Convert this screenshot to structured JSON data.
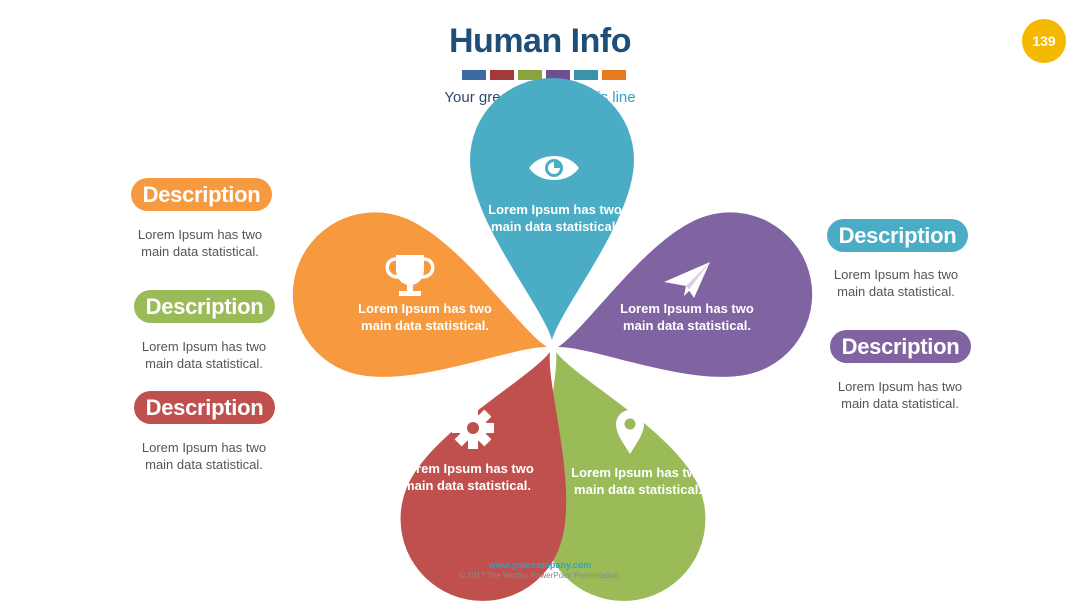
{
  "header": {
    "title": "Human Info",
    "subtitle_main": "Your great subtitle",
    "subtitle_highlight": "in this line",
    "page_number": "139",
    "colorbar": [
      "#3d6aa0",
      "#a33a3a",
      "#8aa33d",
      "#6e4f8f",
      "#3a93a8",
      "#e57a1f"
    ]
  },
  "colors": {
    "title": "#1f4e79",
    "subtitle": "#2b4a6b",
    "highlight": "#2ba3c7",
    "badge": "#f5b800",
    "orange": "#f6993f",
    "green": "#9bbb59",
    "red": "#c0504d",
    "teal": "#4aacc5",
    "purple": "#8064a2",
    "footer_url": "#2ba3c7"
  },
  "left_labels": [
    {
      "title": "Description",
      "text_line1": "Lorem Ipsum has two",
      "text_line2": "main data statistical."
    },
    {
      "title": "Description",
      "text_line1": "Lorem Ipsum has two",
      "text_line2": "main data statistical."
    },
    {
      "title": "Description",
      "text_line1": "Lorem Ipsum has two",
      "text_line2": "main data statistical."
    }
  ],
  "right_labels": [
    {
      "title": "Description",
      "text_line1": "Lorem Ipsum has two",
      "text_line2": "main data statistical."
    },
    {
      "title": "Description",
      "text_line1": "Lorem Ipsum has two",
      "text_line2": "main data statistical."
    }
  ],
  "petals": [
    {
      "icon": "eye-icon",
      "line1": "Lorem Ipsum has two",
      "line2": "main data statistical."
    },
    {
      "icon": "paper-plane-icon",
      "line1": "Lorem Ipsum has two",
      "line2": "main data statistical."
    },
    {
      "icon": "location-pin-icon",
      "line1": "Lorem Ipsum has two",
      "line2": "main data statistical."
    },
    {
      "icon": "gear-icon",
      "line1": "Lorem Ipsum has two",
      "line2": "main data statistical."
    },
    {
      "icon": "trophy-icon",
      "line1": "Lorem Ipsum has two",
      "line2": "main data statistical."
    }
  ],
  "footer": {
    "url": "www.yourcompany.com",
    "copyright": "© 2017 The Worthy PowerPoint Presentation."
  }
}
